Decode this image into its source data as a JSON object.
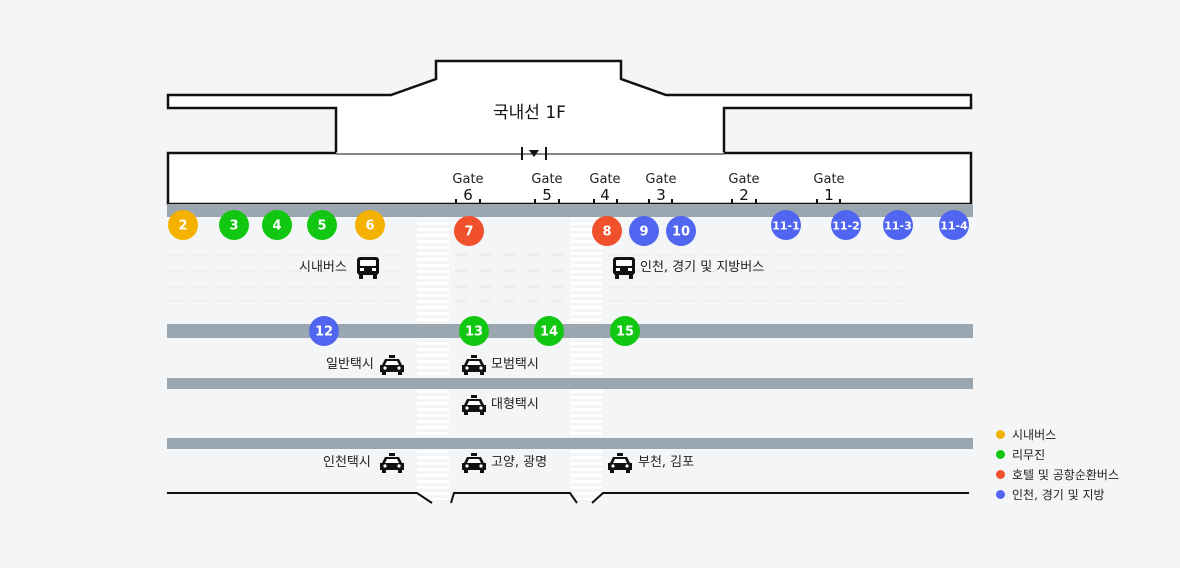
{
  "colors": {
    "city_bus": "#f5b100",
    "limousine": "#11c711",
    "hotel_airport": "#f0502b",
    "incheon_gyeonggi": "#5166f0",
    "road": "#9aa6b0"
  },
  "terminal": {
    "title": "국내선 1F"
  },
  "gates": [
    {
      "word": "Gate",
      "num": "6"
    },
    {
      "word": "Gate",
      "num": "5"
    },
    {
      "word": "Gate",
      "num": "4"
    },
    {
      "word": "Gate",
      "num": "3"
    },
    {
      "word": "Gate",
      "num": "2"
    },
    {
      "word": "Gate",
      "num": "1"
    }
  ],
  "stops_row1": [
    {
      "label": "2",
      "type": "city_bus"
    },
    {
      "label": "3",
      "type": "limousine"
    },
    {
      "label": "4",
      "type": "limousine"
    },
    {
      "label": "5",
      "type": "limousine"
    },
    {
      "label": "6",
      "type": "city_bus"
    },
    {
      "label": "7",
      "type": "hotel_airport"
    },
    {
      "label": "8",
      "type": "hotel_airport"
    },
    {
      "label": "9",
      "type": "incheon_gyeonggi"
    },
    {
      "label": "10",
      "type": "incheon_gyeonggi"
    },
    {
      "label": "11-1",
      "type": "incheon_gyeonggi"
    },
    {
      "label": "11-2",
      "type": "incheon_gyeonggi"
    },
    {
      "label": "11-3",
      "type": "incheon_gyeonggi"
    },
    {
      "label": "11-4",
      "type": "incheon_gyeonggi"
    }
  ],
  "stops_row2": [
    {
      "label": "12",
      "type": "incheon_gyeonggi"
    },
    {
      "label": "13",
      "type": "limousine"
    },
    {
      "label": "14",
      "type": "limousine"
    },
    {
      "label": "15",
      "type": "limousine"
    }
  ],
  "bus_labels": {
    "city_bus": "시내버스",
    "incheon_bus": "인천, 경기 및 지방버스"
  },
  "taxi_labels": {
    "regular": "일반택시",
    "deluxe": "모범택시",
    "large": "대형택시",
    "incheon": "인천택시",
    "goyang": "고양, 광명",
    "bucheon": "부천, 김포"
  },
  "legend": [
    {
      "label": "시내버스",
      "color": "#f5b100"
    },
    {
      "label": "리무진",
      "color": "#11c711"
    },
    {
      "label": "호텔 및 공항순환버스",
      "color": "#f0502b"
    },
    {
      "label": "인천, 경기 및 지방",
      "color": "#5166f0"
    }
  ]
}
